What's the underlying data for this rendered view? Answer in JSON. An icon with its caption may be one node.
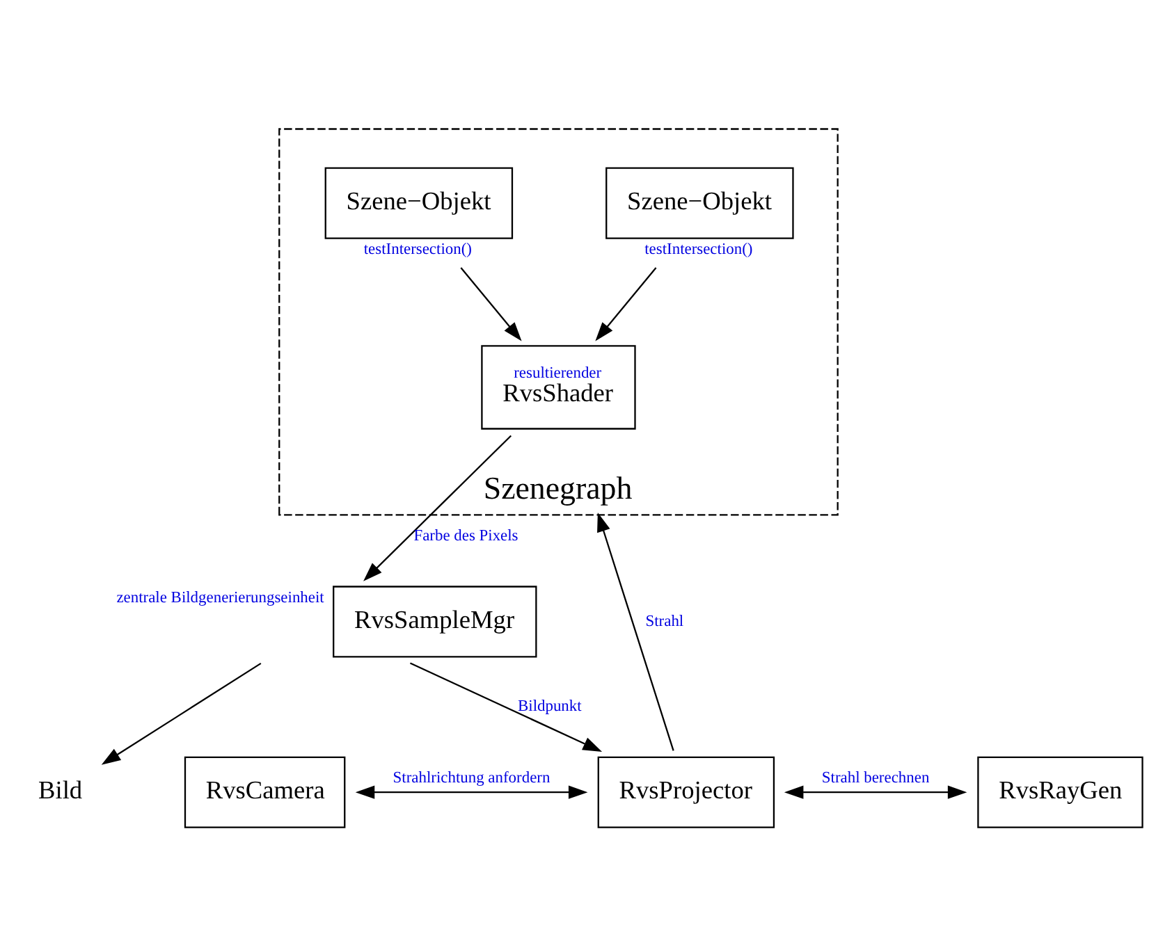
{
  "diagram": {
    "nodes": [
      {
        "text": [
          "Szenegraph"
        ]
      },
      {
        "text": [
          "Szene−Objekt"
        ],
        "in": 0,
        "beside": [
          "testIntersection()"
        ]
      },
      {
        "text": [
          "Szene−Objekt"
        ],
        "in": 0,
        "beside": [
          "testIntersection()"
        ]
      },
      {
        "text": [
          "resultierender",
          "RvsShader"
        ],
        "in": 0
      },
      {
        "text": [
          "RvsCamera"
        ]
      },
      {
        "text": [
          "RvsProjector"
        ]
      },
      {
        "text": [
          "RvsRayGen"
        ]
      },
      {
        "text": [
          "RvsSampleMgr"
        ],
        "beside": [
          "zentrale Bildgenerierungseinheit"
        ]
      },
      {
        "text": [
          "Bild"
        ]
      }
    ],
    "edges": [
      {
        "from": 1,
        "to": 3,
        "arrow": "to"
      },
      {
        "from": 2,
        "to": 3,
        "arrow": "to"
      },
      {
        "from": 3,
        "to": 7,
        "arrow": "to",
        "label": "Farbe des Pixels"
      },
      {
        "from": 5,
        "to": 0,
        "arrow": "to",
        "label": "Strahl"
      },
      {
        "from": 4,
        "to": 5,
        "arrow": "both",
        "label": "Strahlrichtung anfordern"
      },
      {
        "from": 5,
        "to": 6,
        "arrow": "both",
        "label": "Strahl berechnen"
      },
      {
        "from": 7,
        "to": 5,
        "arrow": "to",
        "label": "Bildpunkt"
      },
      {
        "from": 7,
        "to": 8,
        "arrow": "to"
      }
    ]
  }
}
